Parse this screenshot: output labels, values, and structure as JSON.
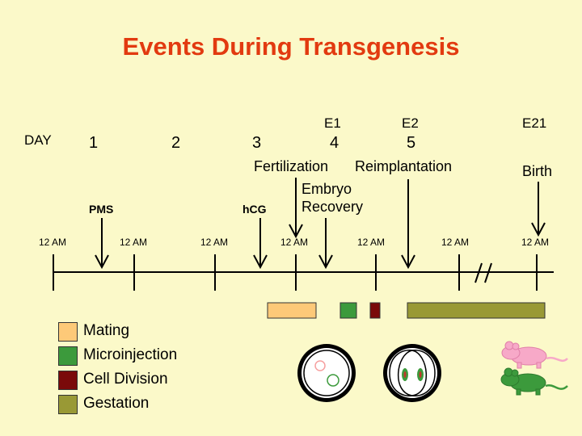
{
  "title": "Events During Transgenesis",
  "day_label": "DAY",
  "days": [
    "1",
    "2",
    "3",
    "4",
    "5"
  ],
  "embryonic": [
    "E1",
    "E2",
    "E21"
  ],
  "events": {
    "pms": "PMS",
    "hcg": "hCG",
    "fertilization": "Fertilization",
    "reimplantation": "Reimplantation",
    "embryo_recovery_line1": "Embryo",
    "embryo_recovery_line2": "Recovery",
    "birth": "Birth"
  },
  "tick_labels": [
    "12 AM",
    "12 AM",
    "12 AM",
    "12 AM",
    "12 AM",
    "12 AM",
    "12 AM"
  ],
  "legend": [
    {
      "label": "Mating",
      "color": "#fdc978"
    },
    {
      "label": "Microinjection",
      "color": "#3c9a3c"
    },
    {
      "label": "Cell Division",
      "color": "#7a0a0a"
    },
    {
      "label": "Gestation",
      "color": "#999935"
    }
  ],
  "colors": {
    "title": "#e23a10",
    "background": "#fbf9c9",
    "mouse_pink": "#f7a9c8",
    "mouse_green": "#3c9a3c"
  }
}
